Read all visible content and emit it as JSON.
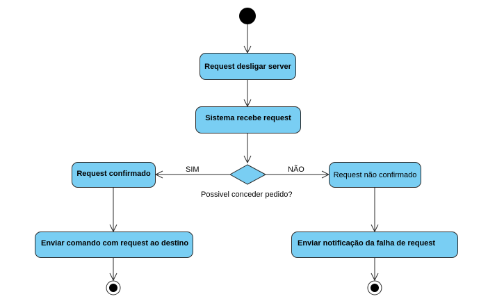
{
  "diagram": {
    "type": "uml-activity",
    "colors": {
      "node_fill": "#79CEF3",
      "stroke": "#2a2a2a",
      "start": "#000000"
    },
    "nodes": {
      "request_shutdown": "Request desligar server",
      "system_receives": "Sistema recebe request",
      "request_confirmed": "Request confirmado",
      "request_not_confirmed": "Request não confirmado",
      "send_command": "Enviar comando com request ao destino",
      "send_failure_notice": "Enviar notificação da falha de request"
    },
    "decision": {
      "label": "Possivel conceder pedido?",
      "yes_label": "SIM",
      "no_label": "NÃO"
    },
    "edges": [
      [
        "start",
        "request_shutdown"
      ],
      [
        "request_shutdown",
        "system_receives"
      ],
      [
        "system_receives",
        "decision"
      ],
      [
        "decision",
        "request_confirmed",
        "yes"
      ],
      [
        "decision",
        "request_not_confirmed",
        "no"
      ],
      [
        "request_confirmed",
        "send_command"
      ],
      [
        "request_not_confirmed",
        "send_failure_notice"
      ],
      [
        "send_command",
        "end"
      ],
      [
        "send_failure_notice",
        "end"
      ]
    ]
  }
}
